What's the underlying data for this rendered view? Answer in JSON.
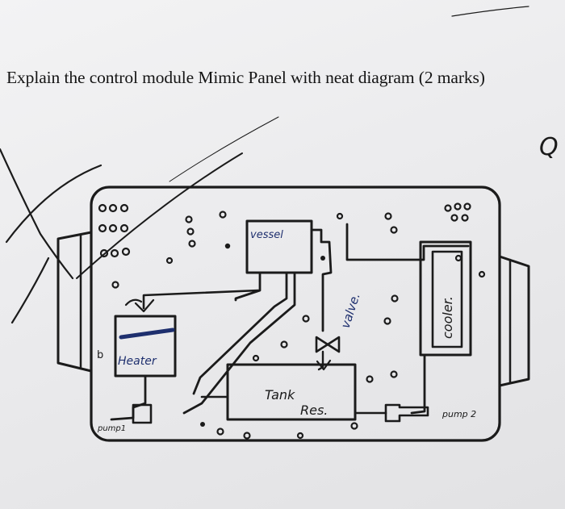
{
  "question": {
    "text": "Explain the control module Mimic Panel with neat diagram (2 marks)"
  },
  "sketch_labels": {
    "vessel": "vessel",
    "heater": "Heater",
    "tank": "Tank",
    "tank_res": "Res.",
    "valve": "valve.",
    "cooler": "cooler.",
    "pump1": "pump1",
    "pump2": "pump 2",
    "margin_mark": "Q"
  },
  "colors": {
    "ink": "#1b1b1b",
    "blue_ink": "#1e2f6e",
    "paper": "#eeeef0"
  }
}
